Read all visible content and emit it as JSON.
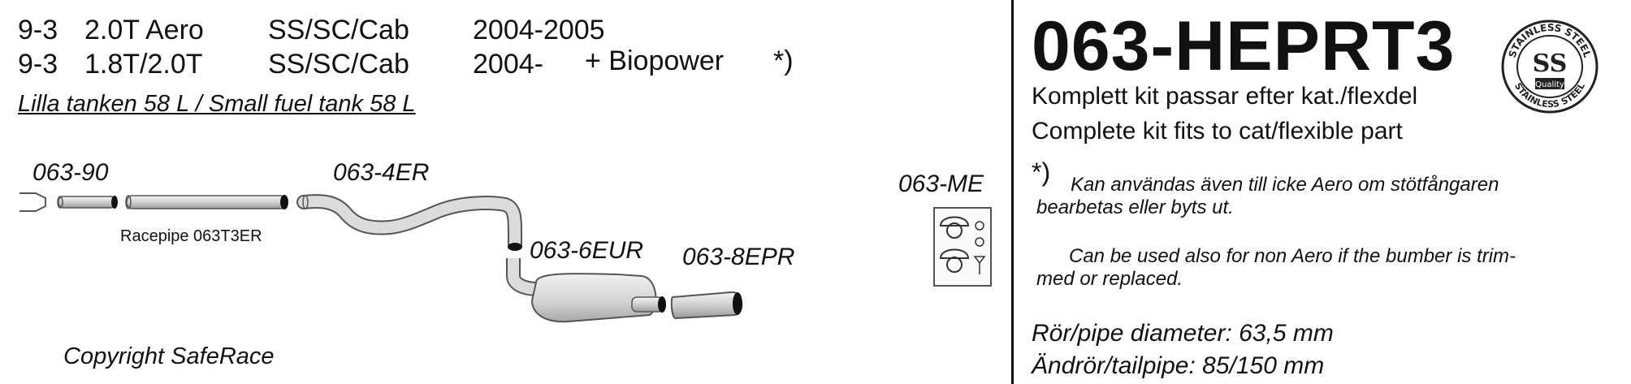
{
  "models": [
    {
      "model": "9-3",
      "engine": "2.0T Aero",
      "body": "SS/SC/Cab",
      "years": "2004-2005",
      "extra": ""
    },
    {
      "model": "9-3",
      "engine": "1.8T/2.0T",
      "body": "SS/SC/Cab",
      "years": "2004-",
      "extra": "+ Biopower",
      "note_mark": "*)"
    }
  ],
  "tank_note": "Lilla tanken 58 L / Small fuel tank 58 L",
  "parts": {
    "p90": "063-90",
    "p4er": "063-4ER",
    "p6eur": "063-6EUR",
    "p8epr": "063-8EPR",
    "pme": "063-ME",
    "racepipe": "Racepipe 063T3ER"
  },
  "copyright": "Copyright SafeRace",
  "kit": {
    "code": "063-HEPRT3",
    "desc_sv": "Komplett kit passar efter kat./flexdel",
    "desc_en": "Complete kit fits to cat/flexible part",
    "note_mark": "*)",
    "note_sv_1": "Kan användas även till icke Aero om stötfångaren",
    "note_sv_2": "bearbetas eller byts ut.",
    "note_en_1": "Can be used also for non Aero if the bumber is trim-",
    "note_en_2": "med or replaced.",
    "pipe_diameter": "Rör/pipe diameter: 63,5 mm",
    "tailpipe": "Ändrör/tailpipe: 85/150 mm"
  },
  "badge": {
    "top": "STAINLESS STEEL",
    "center": "SS",
    "sub": "Quality",
    "bottom": "STAINLESS STEEL"
  }
}
